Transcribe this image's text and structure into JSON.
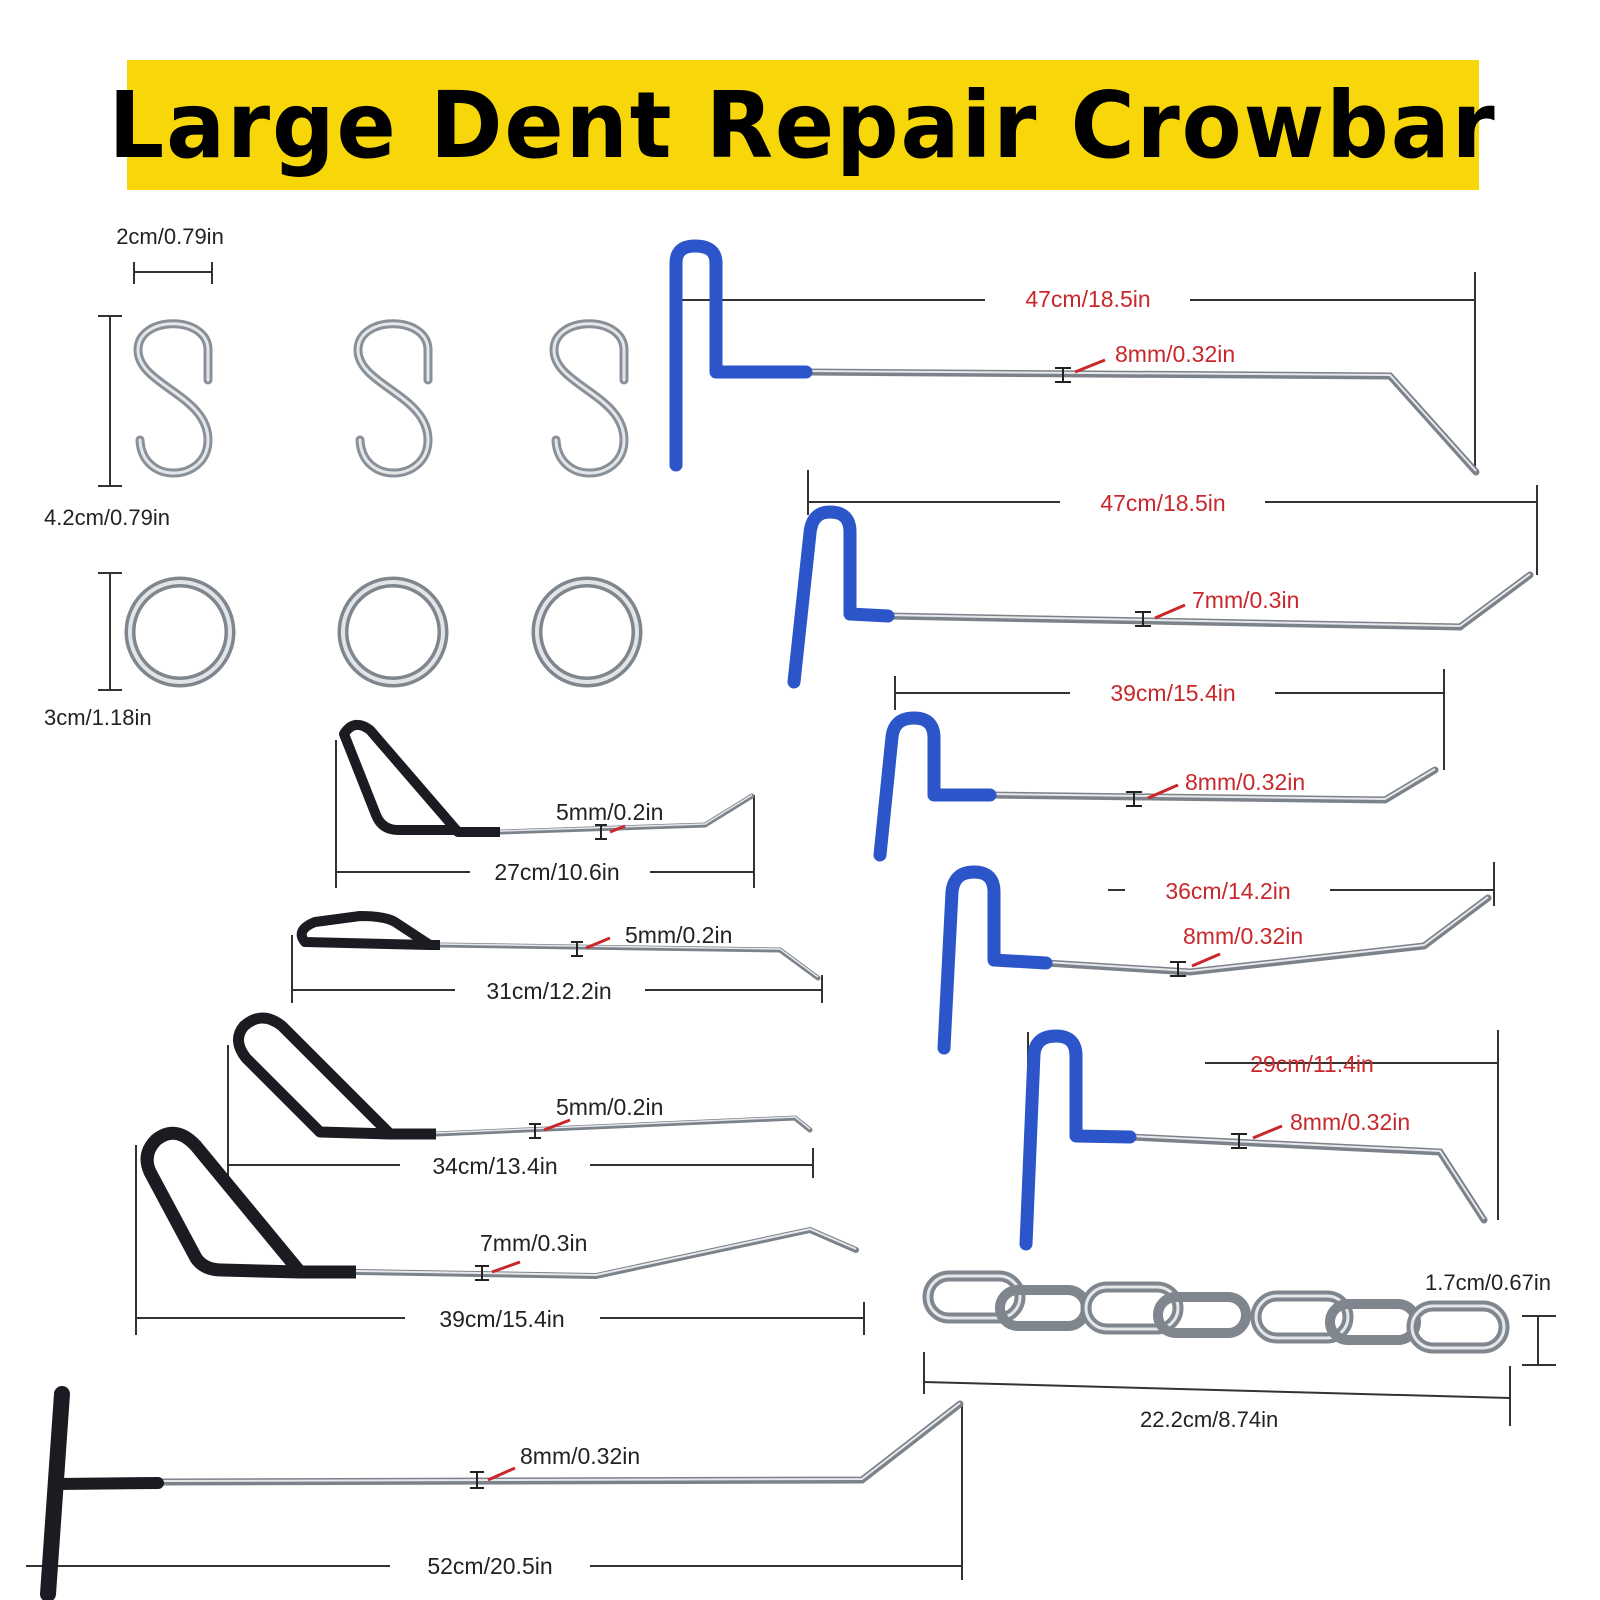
{
  "title": "Large Dent Repair Crowbar",
  "colors": {
    "banner": "#f7d70a",
    "label_red": "#c8282c",
    "handle_blue": "#2b55c8",
    "handle_black": "#1a1c22",
    "steel": "#a8adb4"
  },
  "hooks": {
    "width_label": "2cm/0.79in",
    "height_label": "4.2cm/0.79in",
    "count": 3
  },
  "rings": {
    "diameter_label": "3cm/1.18in",
    "count": 3
  },
  "chain": {
    "length_label": "22.2cm/8.74in",
    "thickness_label": "1.7cm/0.67in"
  },
  "blue_rods": [
    {
      "length_label": "47cm/18.5in",
      "diameter_label": "8mm/0.32in"
    },
    {
      "length_label": "47cm/18.5in",
      "diameter_label": "7mm/0.3in"
    },
    {
      "length_label": "39cm/15.4in",
      "diameter_label": "8mm/0.32in"
    },
    {
      "length_label": "36cm/14.2in",
      "diameter_label": "8mm/0.32in"
    },
    {
      "length_label": "29cm/11.4in",
      "diameter_label": "8mm/0.32in"
    }
  ],
  "black_rods": [
    {
      "length_label": "27cm/10.6in",
      "diameter_label": "5mm/0.2in"
    },
    {
      "length_label": "31cm/12.2in",
      "diameter_label": "5mm/0.2in"
    },
    {
      "length_label": "34cm/13.4in",
      "diameter_label": "5mm/0.2in"
    },
    {
      "length_label": "39cm/15.4in",
      "diameter_label": "7mm/0.3in"
    }
  ],
  "t_handle_rod": {
    "length_label": "52cm/20.5in",
    "diameter_label": "8mm/0.32in"
  }
}
